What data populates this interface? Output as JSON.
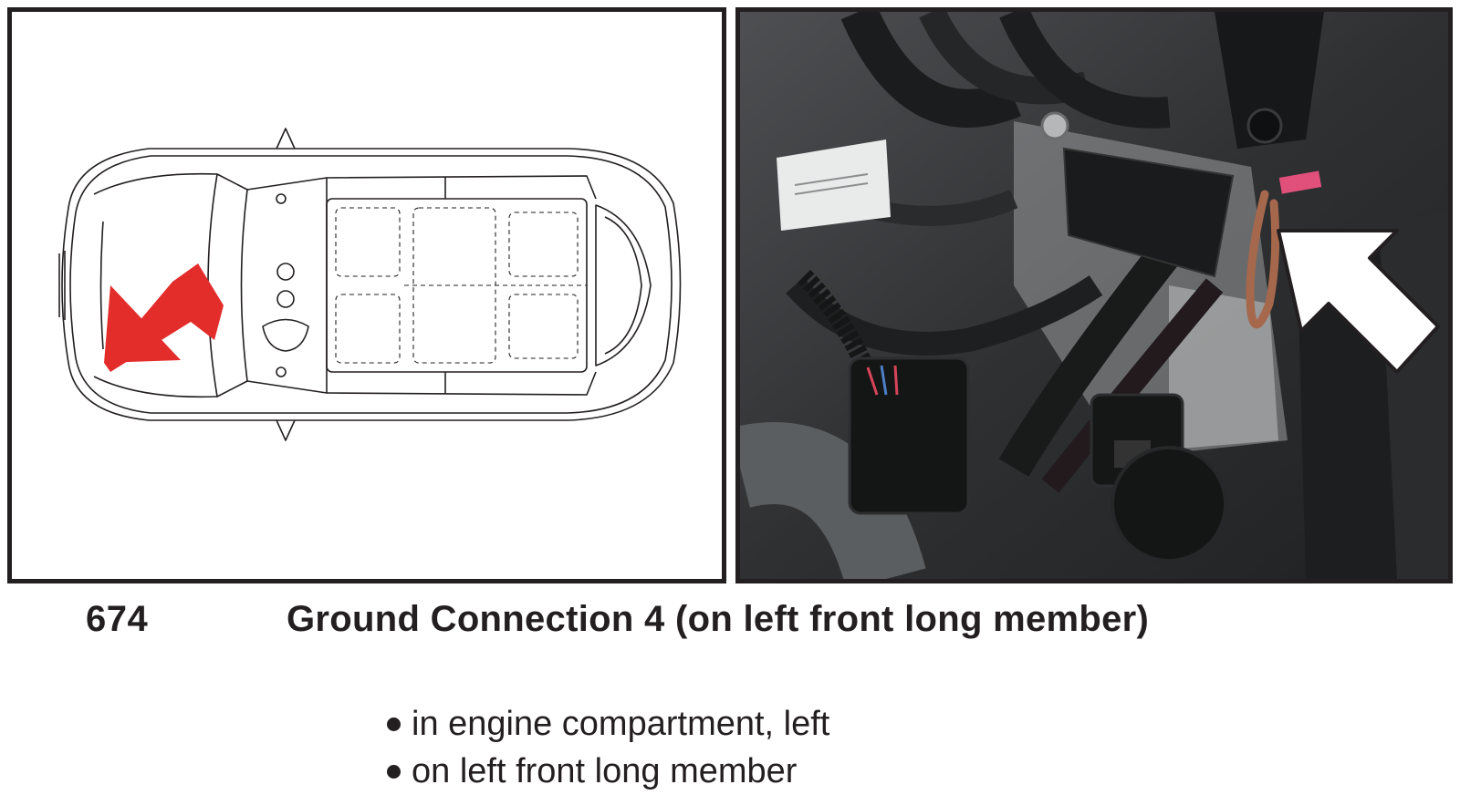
{
  "figure": {
    "number": "674",
    "title": "Ground Connection 4 (on left front long member)",
    "bullets": [
      "in engine compartment, left",
      "on left front long member"
    ]
  },
  "diagram": {
    "view": "top view of vehicle",
    "arrow_icon": "red-direction-arrow-icon",
    "arrow_color": "#e32d2b",
    "outline_color": "#231f20"
  },
  "photo": {
    "subject": "engine compartment left front long member with ground wire",
    "arrow_icon": "white-outlined-arrow-icon",
    "ground_wire_color": "#a5684c",
    "marker_color": "#e0507a"
  }
}
